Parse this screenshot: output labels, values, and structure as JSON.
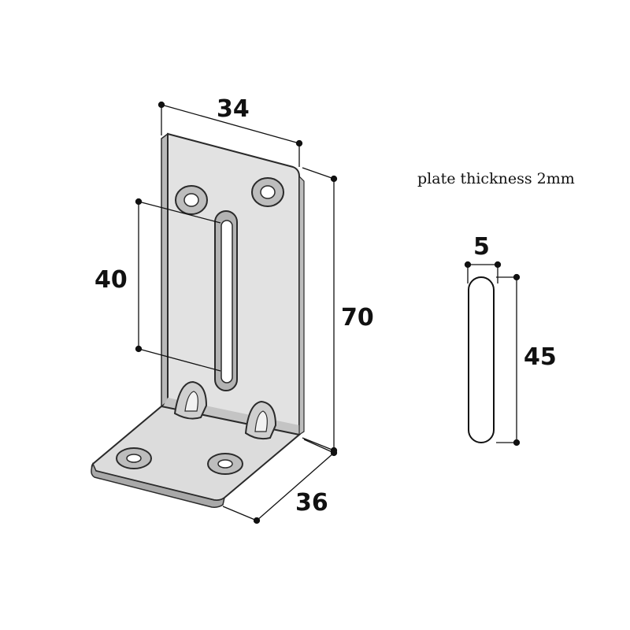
{
  "note": {
    "text": "plate thickness 2mm"
  },
  "dimensions": {
    "width_top": "34",
    "height_slot": "40",
    "height_total": "70",
    "depth_base": "36",
    "slot_width": "5",
    "slot_length": "45"
  },
  "colors": {
    "plate_face": "#e3e3e3",
    "plate_edge": "#b5b5b5",
    "plate_shadow": "#c8c8c8",
    "outline": "#2a2a2a",
    "hole": "#ffffff",
    "dim_line": "#111111"
  }
}
